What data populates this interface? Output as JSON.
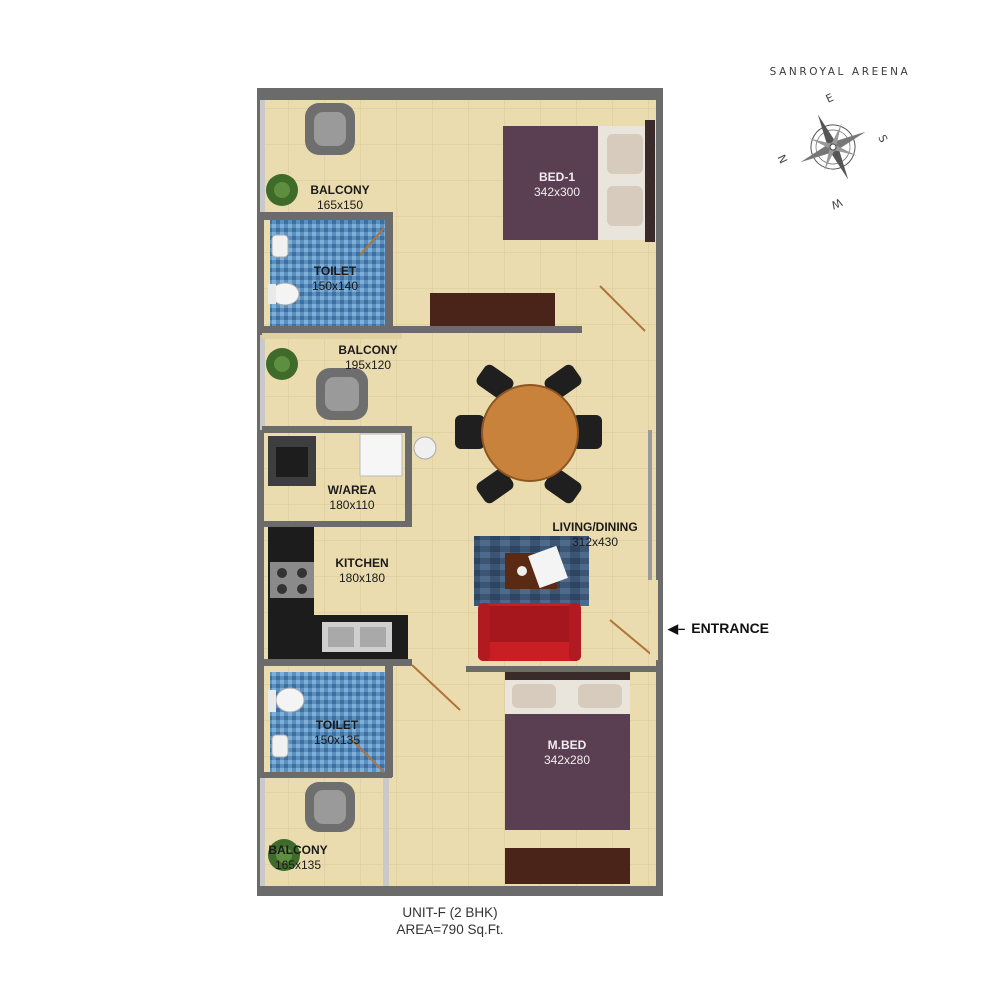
{
  "brand": "SANROYAL AREENA",
  "compass": {
    "n": "N",
    "e": "E",
    "s": "S",
    "w": "W"
  },
  "rooms": [
    {
      "id": "balcony-top",
      "name": "BALCONY",
      "dim": "165x150"
    },
    {
      "id": "toilet-top",
      "name": "TOILET",
      "dim": "150x140"
    },
    {
      "id": "bed-1",
      "name": "BED-1",
      "dim": "342x300"
    },
    {
      "id": "balcony-middle",
      "name": "BALCONY",
      "dim": "195x120"
    },
    {
      "id": "w-area",
      "name": "W/AREA",
      "dim": "180x110"
    },
    {
      "id": "kitchen",
      "name": "KITCHEN",
      "dim": "180x180"
    },
    {
      "id": "living-dining",
      "name": "LIVING/DINING",
      "dim": "312x430"
    },
    {
      "id": "toilet-bottom",
      "name": "TOILET",
      "dim": "150x135"
    },
    {
      "id": "master-bed",
      "name": "M.BED",
      "dim": "342x280"
    },
    {
      "id": "balcony-bottom",
      "name": "BALCONY",
      "dim": "165x135"
    }
  ],
  "entrance": "ENTRANCE",
  "unit": {
    "type": "UNIT-F (2 BHK)",
    "area": "AREA=790 Sq.Ft."
  },
  "colors": {
    "wall": "#6b6b6b",
    "floor": "#eadcae",
    "tile_blue": "#5b8fc0",
    "bed": "#5a3f52",
    "table": "#c9823c",
    "sofa": "#c81e24",
    "wardrobe": "#4a2418"
  }
}
